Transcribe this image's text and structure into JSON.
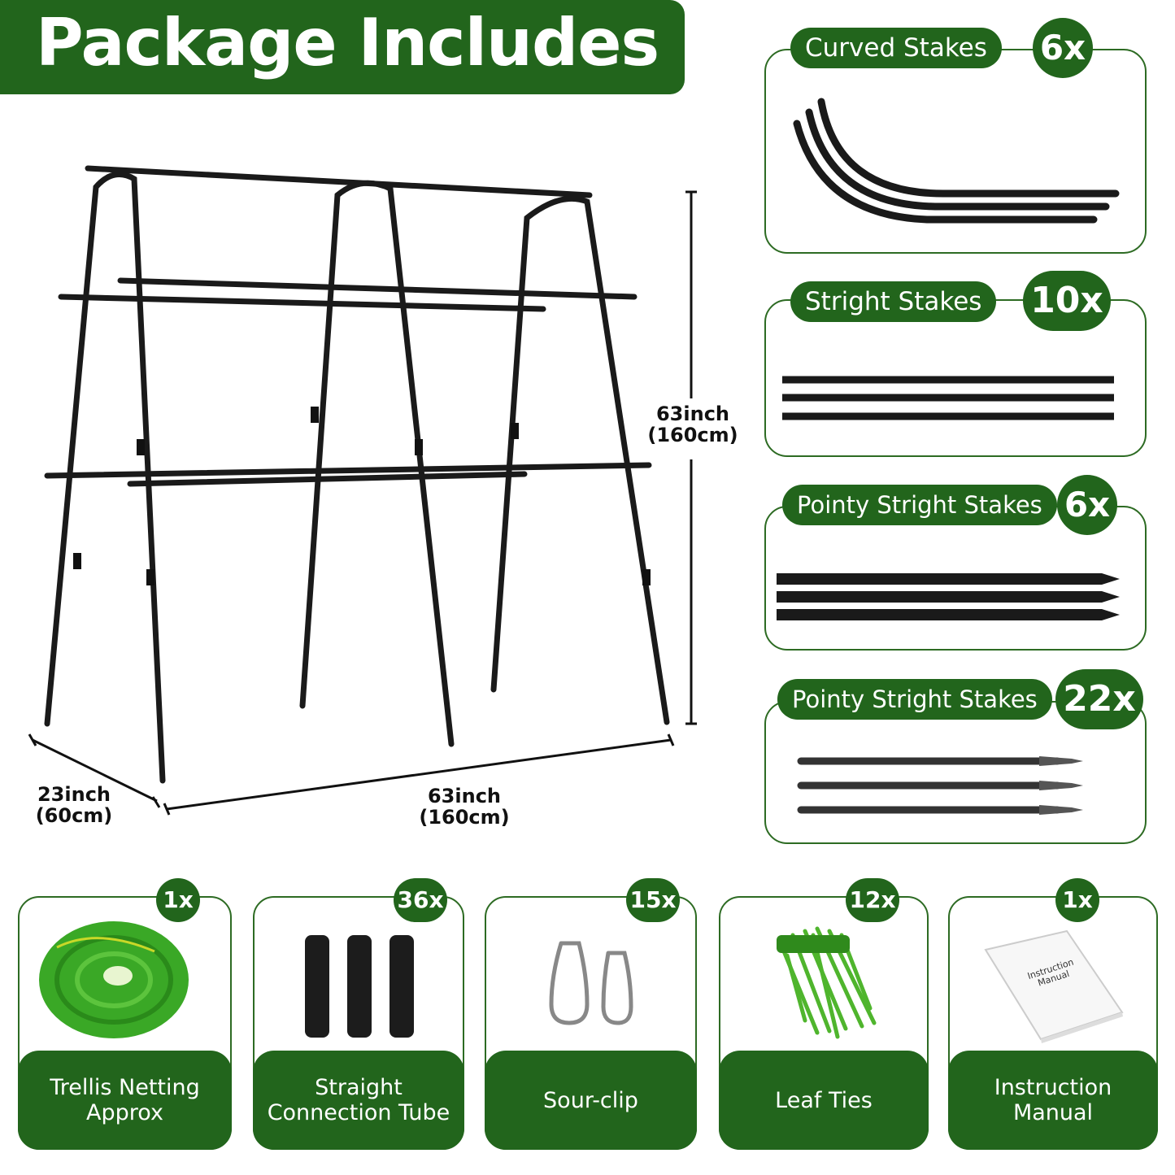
{
  "header": {
    "title": "Package Includes"
  },
  "dimensions": {
    "height": "63inch\n(160cm)",
    "width": "63inch\n(160cm)",
    "depth": "23inch\n(60cm)"
  },
  "side_items": [
    {
      "label": "Curved Stakes",
      "qty": "6x"
    },
    {
      "label": "Stright Stakes",
      "qty": "10x"
    },
    {
      "label": "Pointy Stright Stakes",
      "qty": "6x"
    },
    {
      "label": "Pointy Stright Stakes",
      "qty": "22x"
    }
  ],
  "bottom_items": [
    {
      "label": "Trellis Netting Approx",
      "qty": "1x"
    },
    {
      "label": "Straight Connection Tube",
      "qty": "36x"
    },
    {
      "label": "Sour-clip",
      "qty": "15x"
    },
    {
      "label": "Leaf Ties",
      "qty": "12x"
    },
    {
      "label": "Instruction Manual",
      "qty": "1x"
    }
  ],
  "manual_text": "Instruction\nManual",
  "colors": {
    "brand_green": "#22651c",
    "frame_black": "#1a1a1a",
    "net_green": "#3aa826"
  }
}
